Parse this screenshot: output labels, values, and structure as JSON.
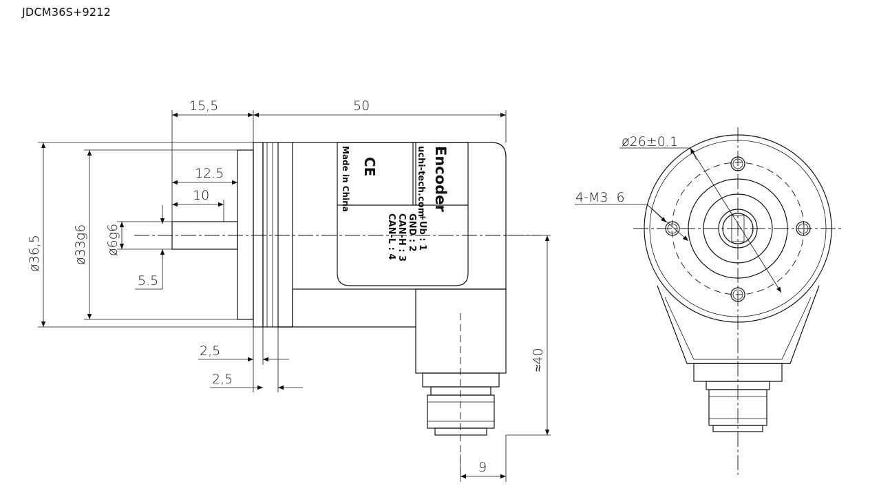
{
  "title": "JDCM36S+9212",
  "side_view": {
    "dims": {
      "d15_5": "15,5",
      "d50": "50",
      "d12_5": "12.5",
      "d10": "10",
      "dia36_5": "ø36,5",
      "dia33g6": "ø33g6",
      "dia6g6": "ø6g6",
      "d5_5": "5.5",
      "d2_5a": "2,5",
      "d2_5b": "2,5",
      "d40": "≈40",
      "d9": "9"
    },
    "label": {
      "brand": "Encoder",
      "website": "uchi-tech.com",
      "origin": "Made in China",
      "ce": "CE",
      "pins": [
        "+Ub  : 1",
        "GND  : 2",
        "CAN-H : 3",
        "CAN-L : 4"
      ]
    }
  },
  "front_view": {
    "dims": {
      "dia26": "ø26±0.1",
      "m3": "4-M3  6"
    }
  }
}
